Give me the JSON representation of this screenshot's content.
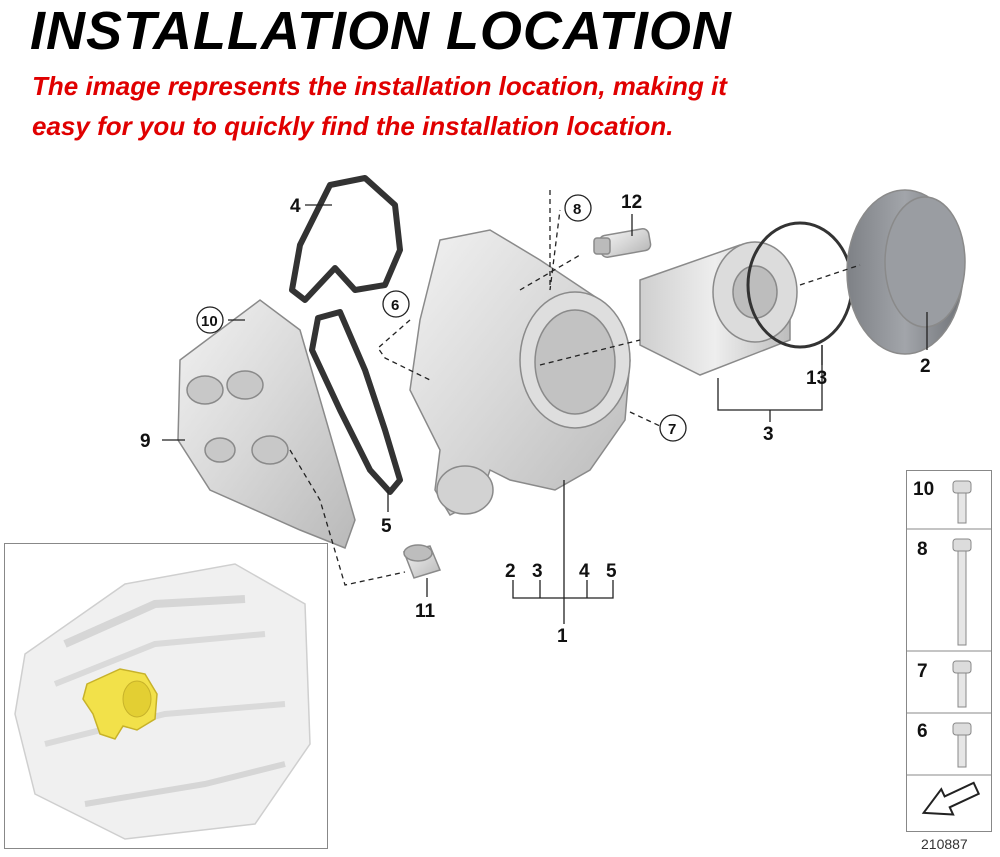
{
  "header": {
    "title": "INSTALLATION LOCATION",
    "subtitle_line1": "The image represents the installation location, making it",
    "subtitle_line2": "easy for you to quickly find the installation location."
  },
  "diagram": {
    "labels": {
      "p1": "1",
      "p2": "2",
      "p3": "3",
      "p4": "4",
      "p5": "5",
      "p6": "6",
      "p7": "7",
      "p8": "8",
      "p9": "9",
      "p10": "10",
      "p11": "11",
      "p12": "12",
      "p13": "13",
      "kit_2": "2",
      "kit_3": "3",
      "kit_4": "4",
      "kit_5": "5"
    },
    "parts_box": {
      "items": [
        "10",
        "8",
        "7",
        "6"
      ]
    },
    "reference_number": "210887"
  },
  "colors": {
    "subtitle": "#e00000",
    "highlight": "#f2e14a",
    "part_fill": "#d9d9d9"
  }
}
